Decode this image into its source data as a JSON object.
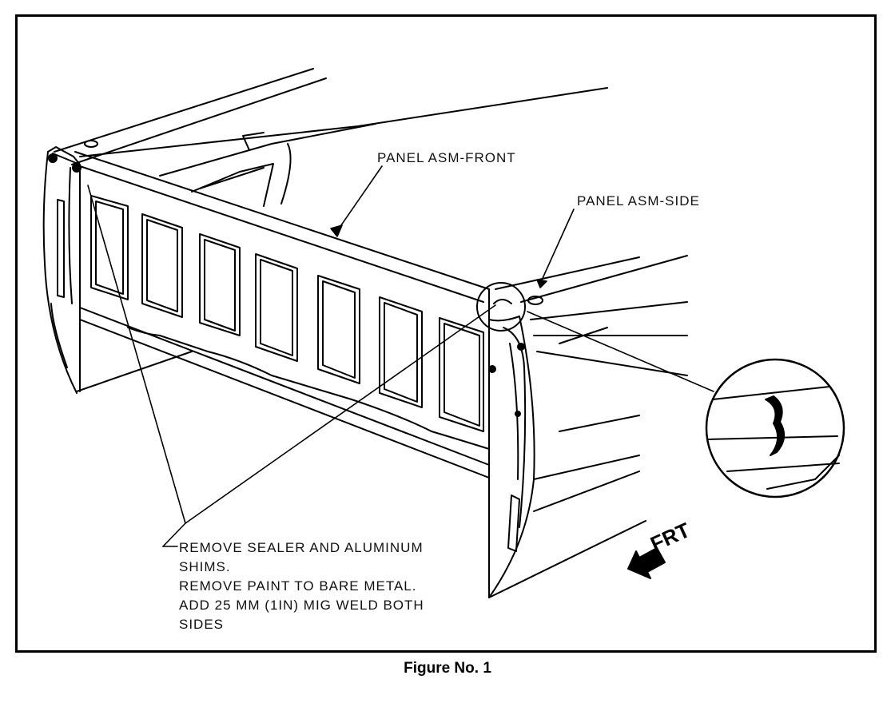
{
  "figure": {
    "caption": "Figure No. 1",
    "labels": {
      "panel_front": "PANEL ASM-FRONT",
      "panel_side": "PANEL ASM-SIDE",
      "direction": "FRT"
    },
    "note_lines": [
      "REMOVE SEALER AND ALUMINUM",
      "SHIMS.",
      "REMOVE PAINT TO BARE METAL.",
      "ADD 25 MM (1IN) MIG WELD BOTH",
      "SIDES"
    ]
  }
}
